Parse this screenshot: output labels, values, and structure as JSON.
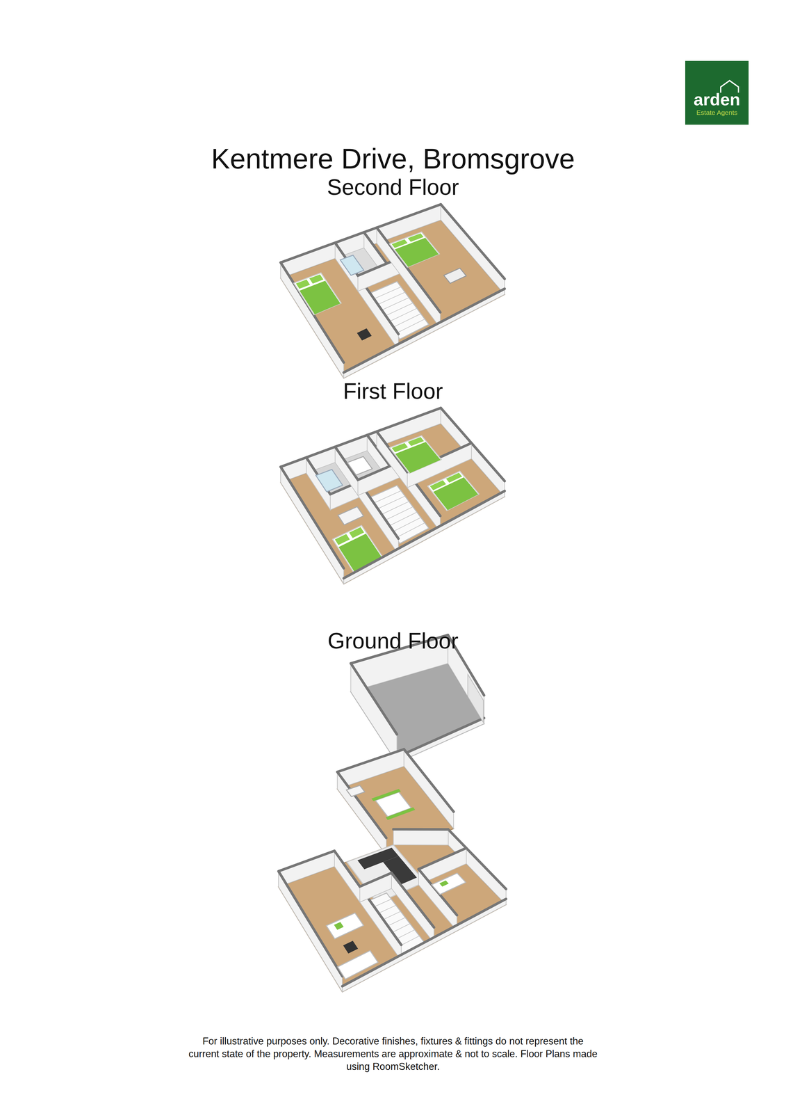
{
  "diagram": {
    "title": "Kentmere Drive, Bromsgrove",
    "caption": "For illustrative purposes only. Decorative finishes, fixtures & fittings do not represent the current state of the property. Measurements are approximate & not to scale. Floor Plans made using RoomSketcher.",
    "nodes": [
      {
        "text": [
          "arden",
          "Estate Agents"
        ]
      }
    ],
    "labels": [
      "Second Floor",
      "First Floor",
      "Ground Floor"
    ]
  }
}
